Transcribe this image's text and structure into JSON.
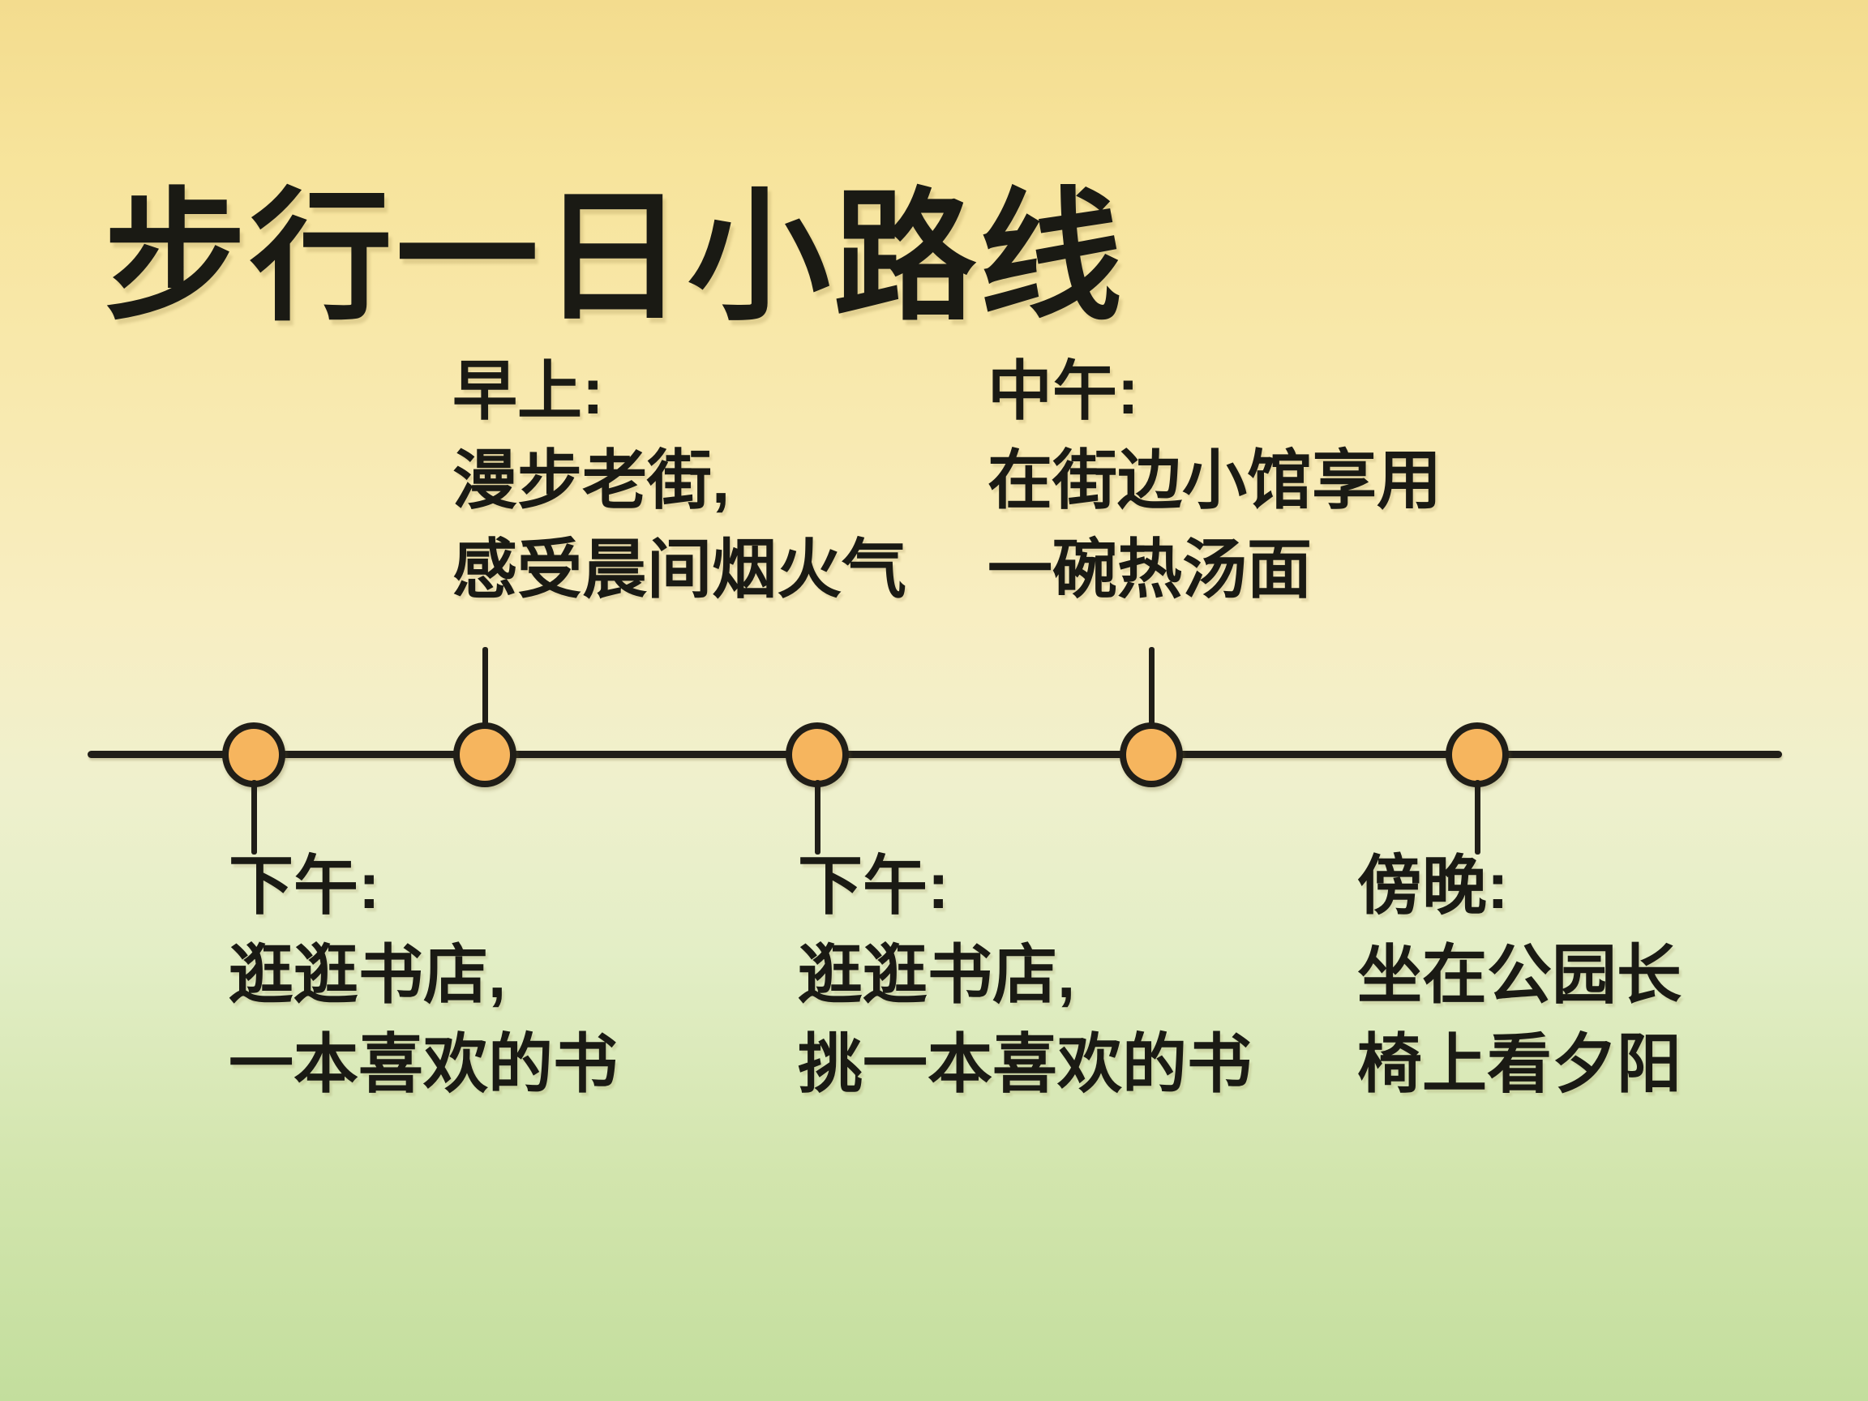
{
  "title": "步行一日小路线",
  "timeline": {
    "node_icon": "timeline-node-circle",
    "events": [
      {
        "time": "下午",
        "side": "below",
        "lines": [
          "下午:",
          "逛逛书店,",
          "一本喜欢的书"
        ]
      },
      {
        "time": "早上",
        "side": "above",
        "lines": [
          "早上:",
          "漫步老街,",
          "感受晨间烟火气"
        ]
      },
      {
        "time": "下午",
        "side": "below",
        "lines": [
          "下午:",
          "逛逛书店,",
          "挑一本喜欢的书"
        ]
      },
      {
        "time": "中午",
        "side": "above",
        "lines": [
          "中午:",
          "在街边小馆享用",
          "一碗热汤面"
        ]
      },
      {
        "time": "傍晚",
        "side": "below",
        "lines": [
          "傍晚:",
          "坐在公园长",
          "椅上看夕阳"
        ]
      }
    ]
  },
  "colors": {
    "node_fill": "#f6b55e",
    "stroke": "#201e18",
    "text": "#1a1a14",
    "background_top": "#f3dc8e",
    "background_middle": "#f8eec2",
    "background_bottom": "#c3de9d"
  }
}
